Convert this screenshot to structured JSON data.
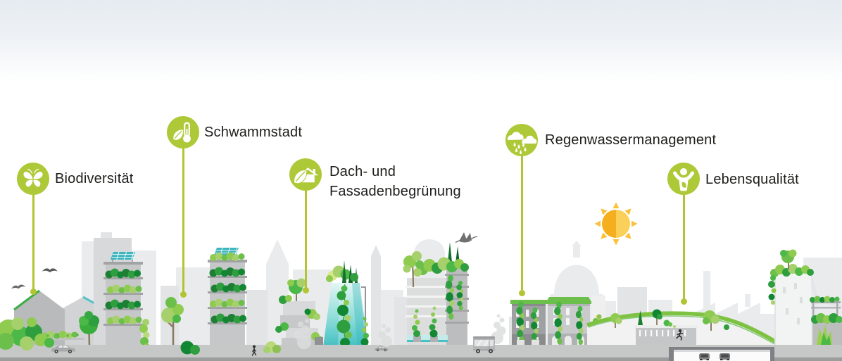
{
  "callouts": [
    {
      "icon": "butterfly-icon",
      "label_lines": [
        "Biodiversität"
      ]
    },
    {
      "icon": "thermometer-leaf-icon",
      "label_lines": [
        "Schwammstadt"
      ]
    },
    {
      "icon": "house-leaf-icon",
      "label_lines": [
        "Dach- und",
        "Fassadenbegrünung"
      ]
    },
    {
      "icon": "rain-cloud-icon",
      "label_lines": [
        "Regenwassermanagement"
      ]
    },
    {
      "icon": "person-raised-arms-icon",
      "label_lines": [
        "Lebensqualität"
      ]
    }
  ],
  "colors": {
    "badge_green": "#aec938",
    "connector_green": "#b2c431",
    "label_text": "#1d1d1b",
    "sky_top": "#e6ebf1",
    "sun_orange": "#f5ae1d",
    "sun_yellow": "#fbd05a",
    "water_teal": "#38bcc0",
    "vegetation_greens": [
      "#a5d06b",
      "#8fcb4f",
      "#6cbf4a",
      "#4cb848",
      "#2f9e3f",
      "#128733",
      "#1d7f34"
    ]
  }
}
